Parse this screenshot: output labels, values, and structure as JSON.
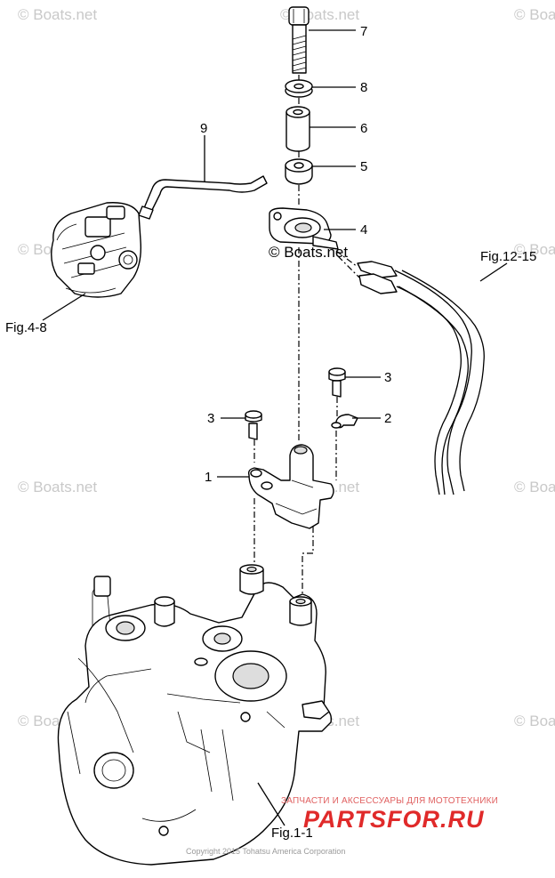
{
  "watermarks": {
    "text": "© Boats.net",
    "text_dark": "© Boats.net"
  },
  "callouts": {
    "c1": "1",
    "c2": "2",
    "c3a": "3",
    "c3b": "3",
    "c4": "4",
    "c5": "5",
    "c6": "6",
    "c7": "7",
    "c8": "8",
    "c9": "9"
  },
  "figure_refs": {
    "fig_4_8": "Fig.4-8",
    "fig_12_15": "Fig.12-15",
    "fig_1_1": "Fig.1-1"
  },
  "branding": {
    "subtitle": "ЗАПЧАСТИ И АКСЕССУАРЫ ДЛЯ МОТОТЕХНИКИ",
    "logo": "PARTSFOR.RU",
    "copyright": "Copyright 2015 Tohatsu America Corporation"
  },
  "colors": {
    "brand_red": "#e02a2a",
    "watermark_gray": "#c9c9c9"
  }
}
